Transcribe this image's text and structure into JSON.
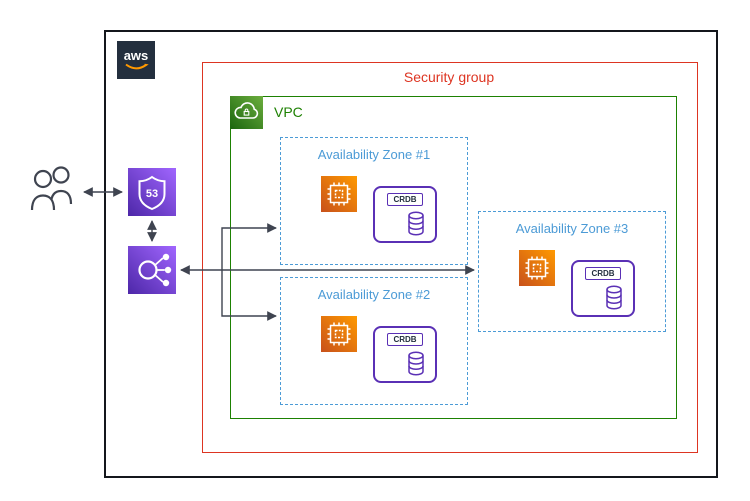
{
  "aws_logo": {
    "label": "aws"
  },
  "security_group": {
    "label": "Security group"
  },
  "vpc": {
    "label": "VPC"
  },
  "zones": [
    {
      "label": "Availability Zone #1"
    },
    {
      "label": "Availability Zone #2"
    },
    {
      "label": "Availability Zone #3"
    }
  ],
  "crdb": {
    "label": "CRDB"
  },
  "route53": {
    "label": "53"
  },
  "icons": {
    "users": "users-icon",
    "route53": "route53-shield-icon",
    "load_balancer": "elastic-load-balancer-icon",
    "vpc": "vpc-cloud-icon",
    "ec2": "ec2-instance-icon",
    "database": "database-cylinder-icon",
    "aws_smile": "aws-smile-icon"
  },
  "colors": {
    "security_group_red": "#DD3522",
    "vpc_green": "#1D8102",
    "az_blue": "#4C9BD6",
    "ec2_orange_dark": "#C8511B",
    "ec2_orange_light": "#FF9900",
    "purple_dark": "#4D27A8",
    "purple_light": "#A166FF",
    "crdb_purple": "#5A30B5",
    "arrow_gray": "#3F4450",
    "aws_navy": "#232F3E",
    "aws_smile_orange": "#FF9900"
  }
}
